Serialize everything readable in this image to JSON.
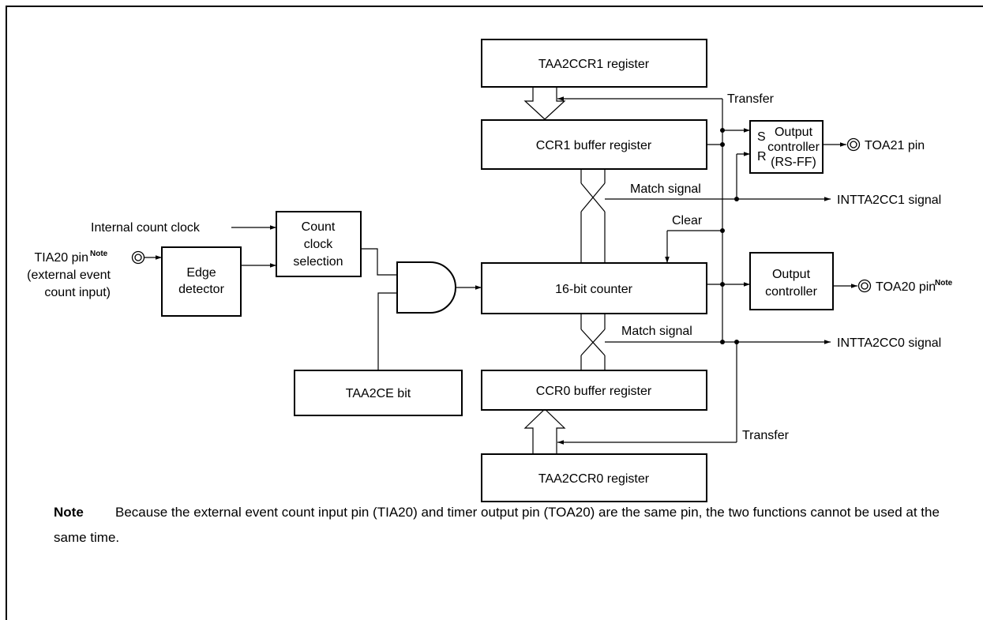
{
  "blocks": {
    "ccr1_register": "TAA2CCR1 register",
    "ccr1_buffer": "CCR1 buffer register",
    "counter": "16-bit counter",
    "ccr0_buffer": "CCR0 buffer register",
    "ccr0_register": "TAA2CCR0 register",
    "ce_bit": "TAA2CE bit",
    "edge_detector": [
      "Edge",
      "detector"
    ],
    "count_clock_selection": [
      "Count",
      "clock",
      "selection"
    ],
    "output_ctrl_rsff": [
      "Output",
      "controller",
      "(RS-FF)"
    ],
    "output_ctrl": [
      "Output",
      "controller"
    ],
    "s_input": "S",
    "r_input": "R"
  },
  "labels": {
    "transfer_top": "Transfer",
    "transfer_bottom": "Transfer",
    "match_signal_1": "Match signal",
    "match_signal_0": "Match signal",
    "clear": "Clear",
    "internal_count_clock": "Internal count clock",
    "tia20_pin": "TIA20 pin",
    "note_sup_in": "Note",
    "external_event": "(external event",
    "count_input": "count input)",
    "toa21_pin": "TOA21 pin",
    "toa20_pin": "TOA20 pin",
    "note_sup_out": "Note",
    "intta2cc1": "INTTA2CC1 signal",
    "intta2cc0": "INTTA2CC0 signal"
  },
  "note": {
    "label": "Note",
    "text": "Because the external event count input pin (TIA20) and timer output pin (TOA20) are the same pin, the two functions cannot be used at the same time."
  }
}
